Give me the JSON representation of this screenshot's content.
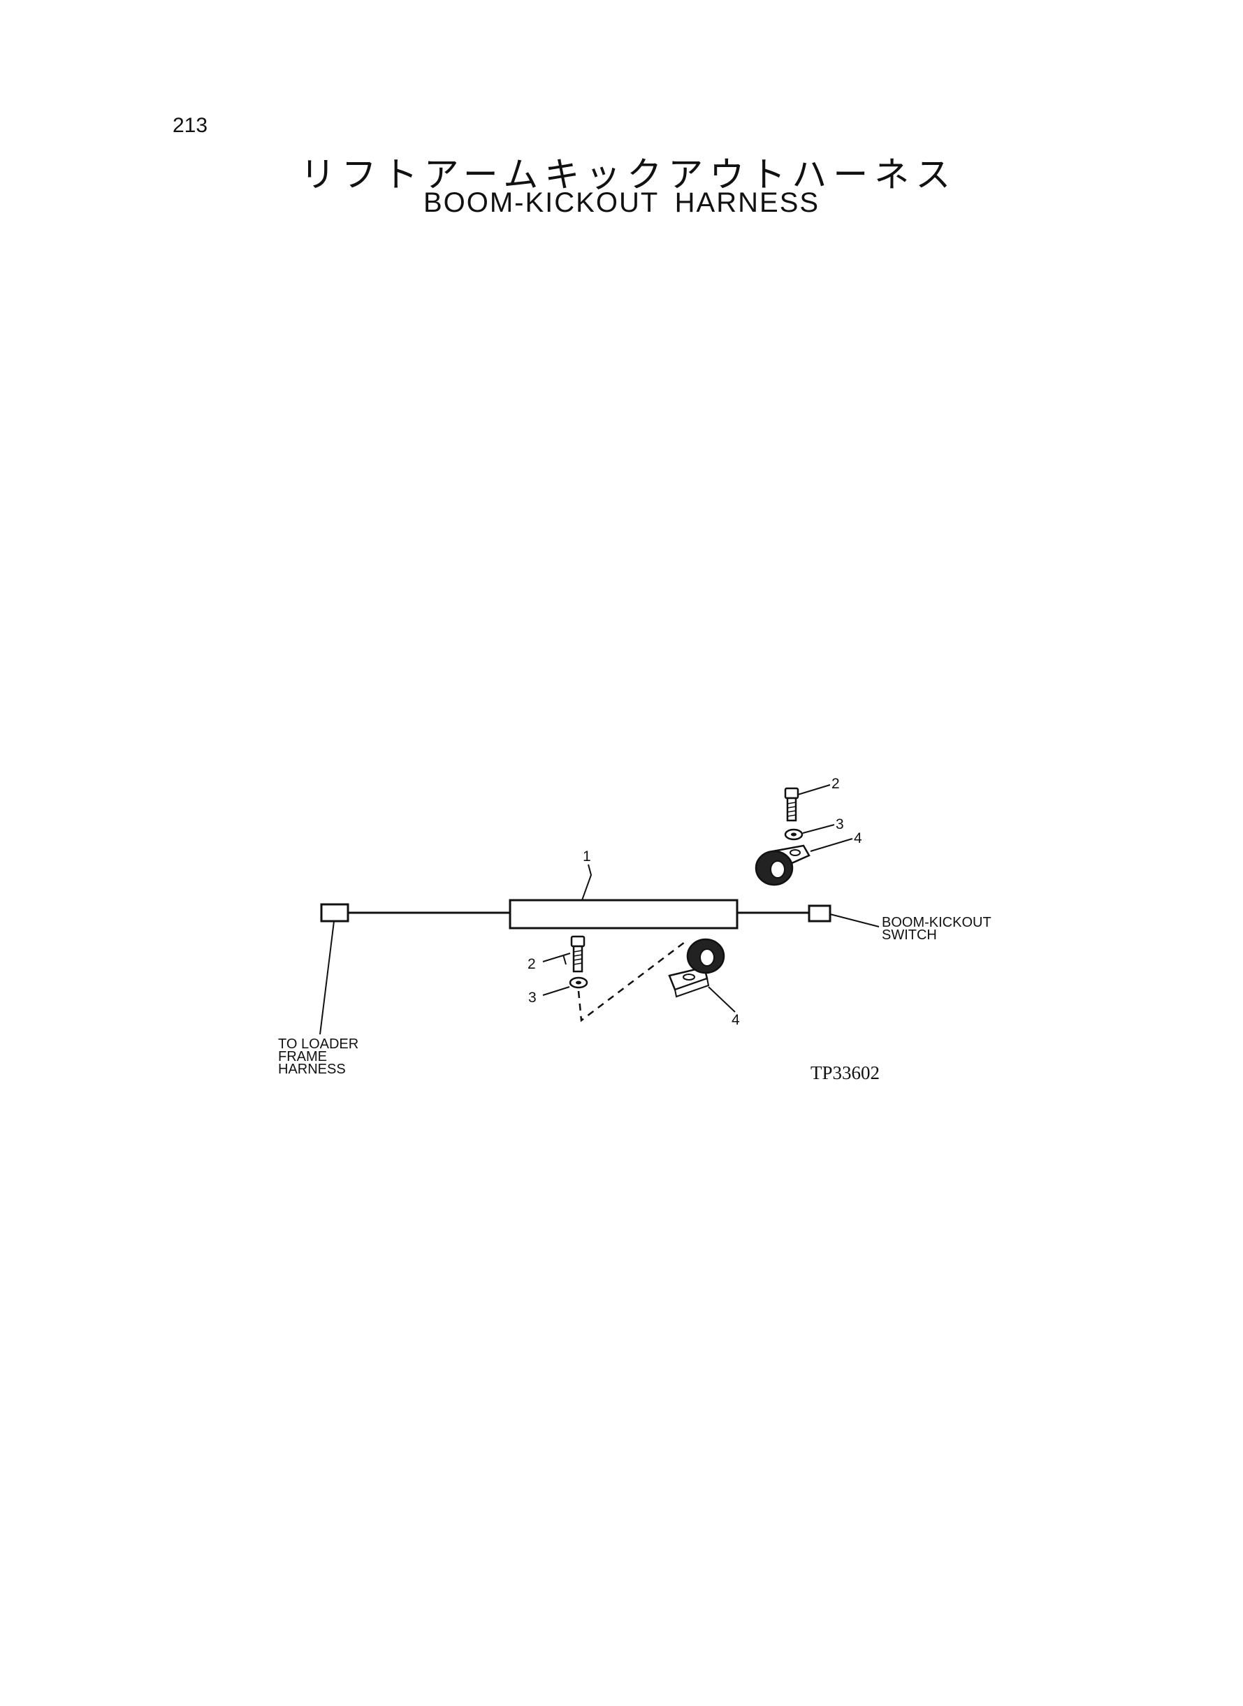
{
  "page": {
    "number": "213"
  },
  "title": {
    "japanese": "リフトアームキックアウトハーネス",
    "english": "BOOM-KICKOUT HARNESS"
  },
  "diagram": {
    "callouts": {
      "harness": "1",
      "bolt": "2",
      "washer": "3",
      "clamp": "4"
    },
    "labels": {
      "left_line1": "TO LOADER",
      "left_line2": "FRAME",
      "left_line3": "HARNESS",
      "right_line1": "BOOM-KICKOUT",
      "right_line2": "SWITCH"
    },
    "reference": "TP33602"
  }
}
